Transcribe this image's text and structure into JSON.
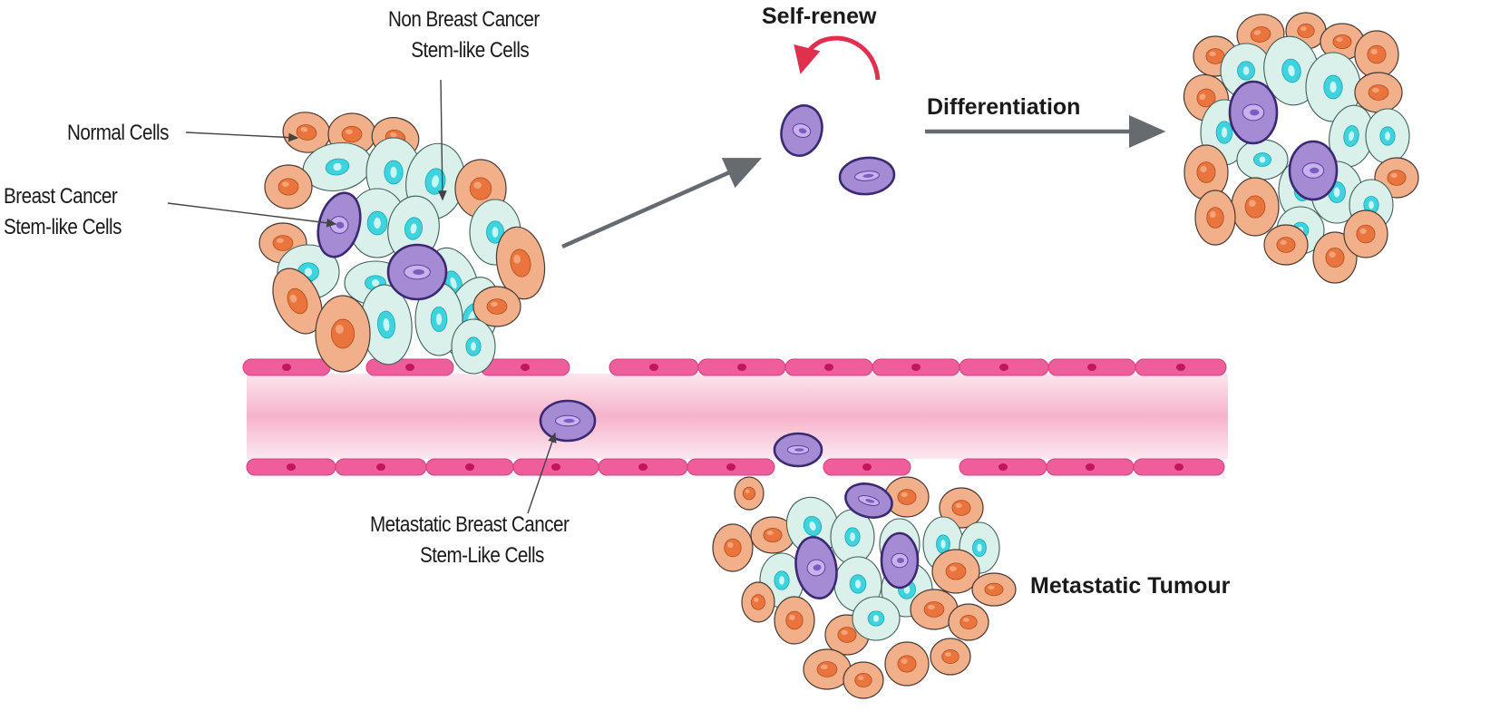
{
  "labels": {
    "normal_cells": "Normal Cells",
    "breast_cancer_stem_like": [
      "Breast Cancer",
      "Stem-like Cells"
    ],
    "non_breast_cancer_stem_like": [
      "Non Breast Cancer",
      "Stem-like Cells"
    ],
    "self_renew": "Self-renew",
    "differentiation": "Differentiation",
    "metastatic_stem_like": [
      "Metastatic Breast Cancer",
      "Stem-Like Cells"
    ],
    "metastatic_tumour": "Metastatic Tumour"
  },
  "colors": {
    "normal_cell_fill": "#f2b08a",
    "normal_cell_nucleus": "#e9743d",
    "non_stem_cell_fill": "#d9f1ea",
    "non_stem_cell_nucleus": "#3fd3de",
    "stem_cell_fill": "#a58bd3",
    "stem_cell_outline": "#3b2a73",
    "endothelial_fill": "#ee5e9b",
    "vessel_lumen": "#f7bdd3",
    "arrow_gray": "#666b70",
    "self_renew_arrow": "#e0304e"
  }
}
